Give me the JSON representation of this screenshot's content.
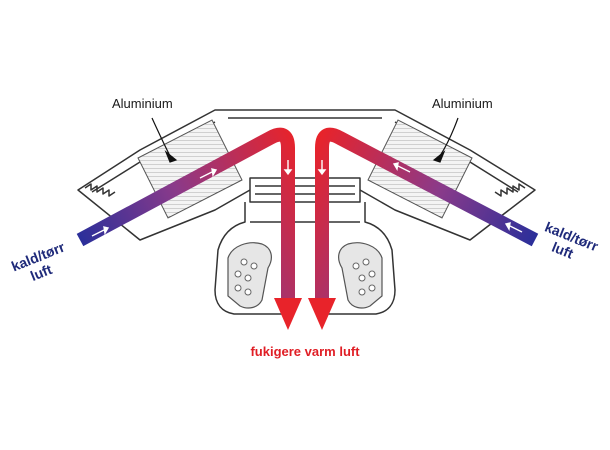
{
  "labels": {
    "aluminium_left": "Aluminium",
    "aluminium_right": "Aluminium",
    "cold_air_left_line1": "kald/tørr",
    "cold_air_left_line2": "luft",
    "cold_air_right_line1": "kald/tørr",
    "cold_air_right_line2": "luft",
    "warm_air": "fukigere varm luft"
  },
  "colors": {
    "cold": "#2b2f9a",
    "warm": "#e8232a",
    "outline": "#333333",
    "text_blue": "#1f2a7a",
    "text_red": "#e01e25"
  },
  "icons": {
    "flow_arrow": "arrow-icon",
    "filter": "aluminium-filter-icon"
  }
}
